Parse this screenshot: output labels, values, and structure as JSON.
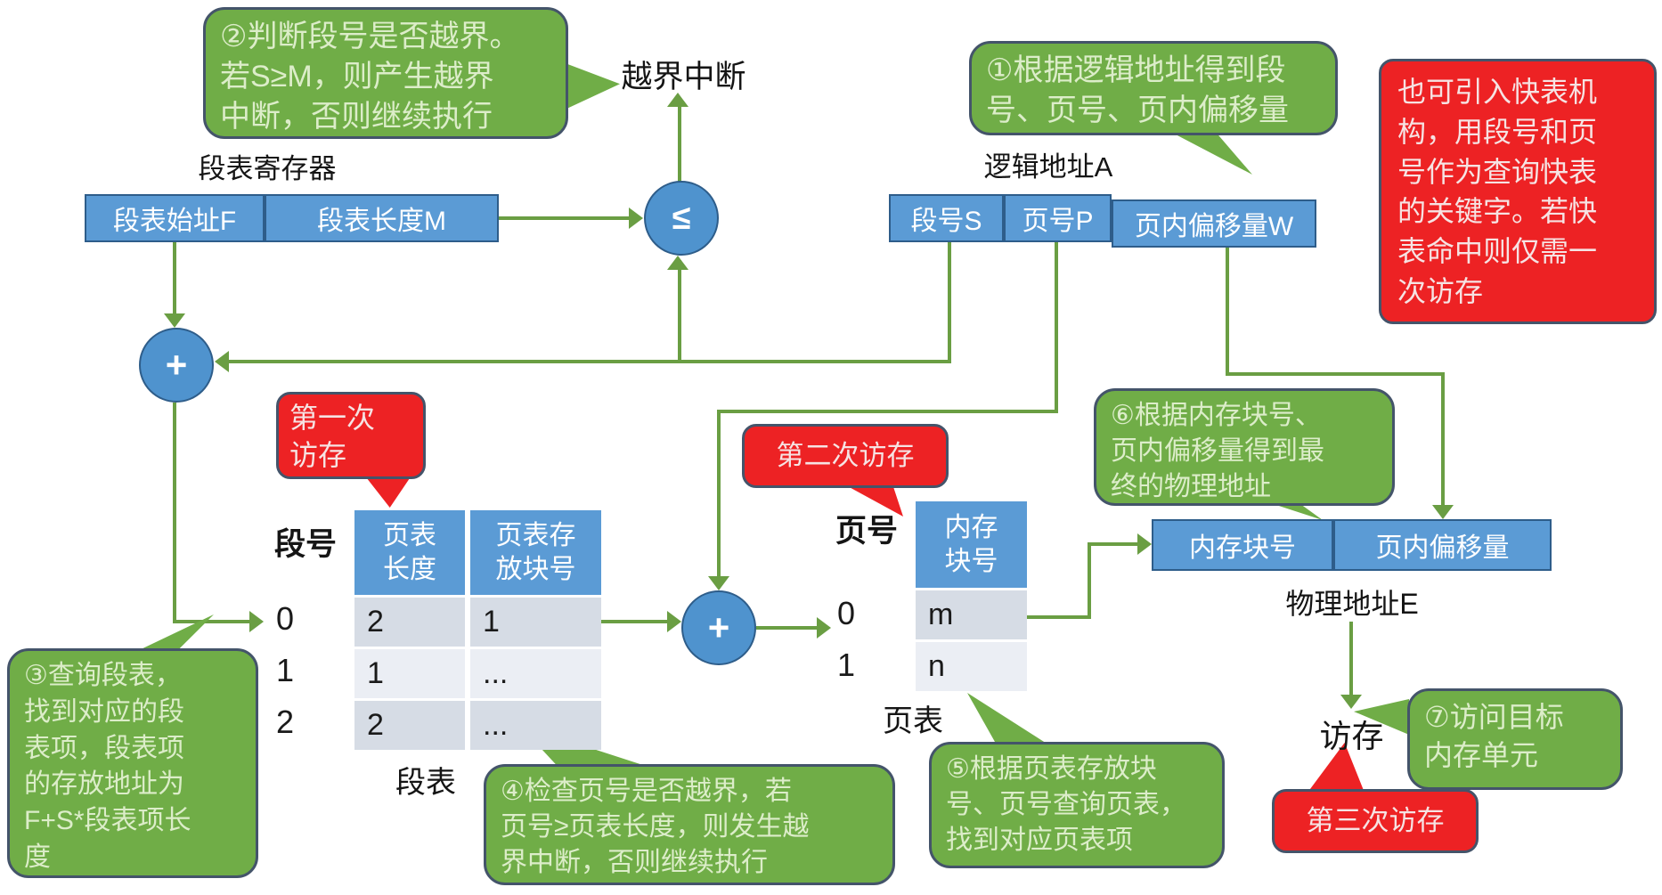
{
  "colors": {
    "box_blue": "#5b9bd5",
    "box_border": "#2e5d8a",
    "bubble_green": "#70ad47",
    "bubble_border": "#44546a",
    "callout_red": "#ed2224",
    "connector_green": "#6a9e43",
    "row_dark": "#d6dce5",
    "row_light": "#ebeef4"
  },
  "labels": {
    "seg_reg": "段表寄存器",
    "logical_addr": "逻辑地址A",
    "out_of_bounds": "越界中断",
    "seg_no": "段号",
    "seg_table": "段表",
    "page_no": "页号",
    "page_table": "页表",
    "phys_addr": "物理地址E",
    "mem_access": "访存"
  },
  "operators": {
    "le": "≤",
    "plus": "+"
  },
  "seg_reg_box": {
    "cells": [
      "段表始址F",
      "段表长度M"
    ]
  },
  "logical_addr_box": {
    "cells": [
      "段号S",
      "页号P",
      "页内偏移量W"
    ]
  },
  "phys_addr_box": {
    "cells": [
      "内存块号",
      "页内偏移量"
    ]
  },
  "seg_table": {
    "headers": [
      "页表\n长度",
      "页表存\n放块号"
    ],
    "row_ids": [
      "0",
      "1",
      "2"
    ],
    "rows": [
      [
        "2",
        "1"
      ],
      [
        "1",
        "..."
      ],
      [
        "2",
        "..."
      ]
    ]
  },
  "page_table": {
    "header": "内存\n块号",
    "row_ids": [
      "0",
      "1"
    ],
    "rows": [
      "m",
      "n"
    ]
  },
  "bubbles": {
    "step1": "①根据逻辑地址得到段\n号、页号、页内偏移量",
    "step2": "②判断段号是否越界。\n若S≥M，则产生越界\n中断，否则继续执行",
    "step3": "③查询段表，\n找到对应的段\n表项，段表项\n的存放地址为\nF+S*段表项长\n度",
    "step4": "④检查页号是否越界，若\n页号≥页表长度，则发生越\n界中断，否则继续执行",
    "step5": "⑤根据页表存放块\n号、页号查询页表，\n找到对应页表项",
    "step6": "⑥根据内存块号、\n页内偏移量得到最\n终的物理地址",
    "step7": "⑦访问目标\n内存单元",
    "tlb_note": "也可引入快表机\n构，用段号和页\n号作为查询快表\n的关键字。若快\n表命中则仅需一\n次访存",
    "access1": "第一次\n访存",
    "access2": "第二次访存",
    "access3": "第三次访存"
  }
}
